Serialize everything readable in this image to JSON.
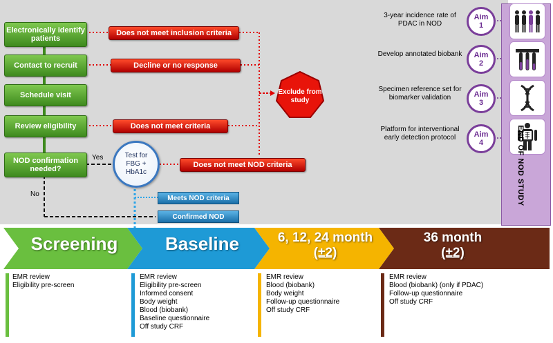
{
  "screening_steps": [
    {
      "label": "Electronically identify patients"
    },
    {
      "label": "Contact to recruit"
    },
    {
      "label": "Schedule visit"
    },
    {
      "label": "Review eligibility"
    },
    {
      "label": "NOD confirmation needed?"
    }
  ],
  "exclusion_reasons": {
    "inclusion": "Does not meet inclusion criteria",
    "decline": "Decline or no response",
    "criteria": "Does not meet criteria",
    "nod": "Does not meet NOD criteria"
  },
  "exclude": "Exclude from study",
  "test": "Test for FBG + HbA1c",
  "yes": "Yes",
  "no": "No",
  "meets_nod": "Meets NOD criteria",
  "confirmed_nod": "Confirmed NOD",
  "aims": [
    {
      "text": "3-year incidence rate of PDAC in NOD",
      "word": "Aim",
      "num": "1",
      "icon": "people-icon"
    },
    {
      "text": "Develop annotated biobank",
      "word": "Aim",
      "num": "2",
      "icon": "test-tubes-icon"
    },
    {
      "text": "Specimen reference set for biomarker validation",
      "word": "Aim",
      "num": "3",
      "icon": "dna-icon"
    },
    {
      "text": "Platform for interventional early detection protocol",
      "word": "Aim",
      "num": "4",
      "icon": "body-scan-icon"
    }
  ],
  "end_study": "END OF NOD STUDY",
  "phases": [
    {
      "label": "Screening",
      "color": "#6abf3f"
    },
    {
      "label": "Baseline",
      "color": "#1e9ad6"
    },
    {
      "label": "6, 12, 24 month",
      "sub": "(±2)",
      "color": "#f5b400"
    },
    {
      "label": "36 month",
      "sub": "(±2)",
      "color": "#6b2a16"
    }
  ],
  "phase_items": {
    "screening": [
      "EMR review",
      "Eligibility pre-screen"
    ],
    "baseline": [
      "EMR review",
      "Eligibility pre-screen",
      "Informed consent",
      "Body weight",
      "Blood (biobank)",
      "Baseline questionnaire",
      "Off study CRF"
    ],
    "followup": [
      "EMR review",
      "Blood (biobank)",
      "Body weight",
      "Follow-up questionnaire",
      "Off study CRF"
    ],
    "month36": [
      "EMR review",
      "Blood (biobank) (only if PDAC)",
      "Follow-up questionnaire",
      "Off study CRF"
    ]
  }
}
